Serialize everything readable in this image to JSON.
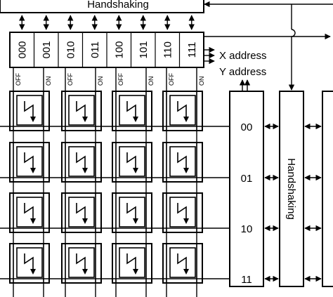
{
  "top_block": {
    "label": "Handshaking"
  },
  "right_block": {
    "label": "Handshaking"
  },
  "codes": [
    "000",
    "001",
    "010",
    "011",
    "100",
    "101",
    "110",
    "111"
  ],
  "switch_labels": [
    "OFF",
    "ON",
    "OFF",
    "ON",
    "OFF",
    "ON",
    "OFF",
    "ON"
  ],
  "address_labels": {
    "x": "X address",
    "y": "Y address"
  },
  "row_addresses": [
    "00",
    "01",
    "10",
    "11"
  ],
  "cell_symbol": "switch-icon",
  "colors": {
    "stroke": "#000000",
    "background": "#ffffff"
  }
}
